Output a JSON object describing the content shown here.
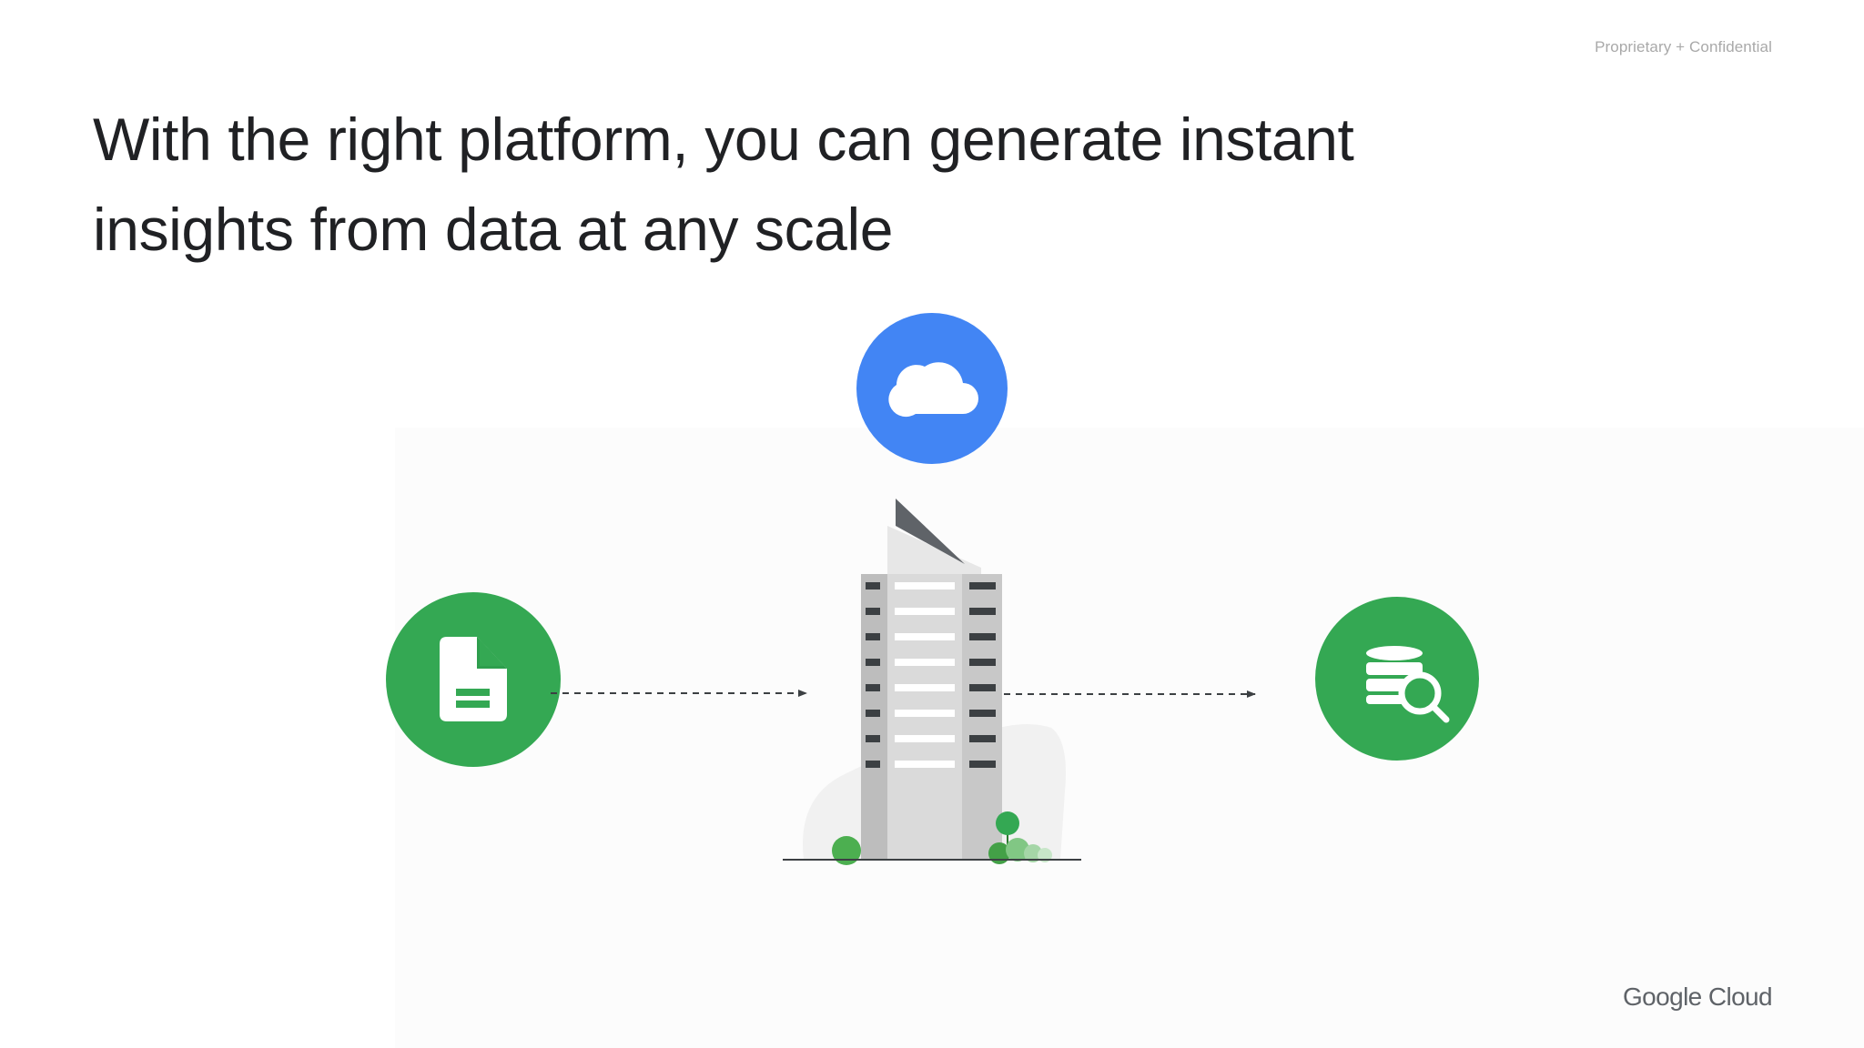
{
  "header": {
    "confidential_label": "Proprietary + Confidential"
  },
  "slide": {
    "title": "With the right platform, you can generate instant insights from data at any scale"
  },
  "footer": {
    "brand": "Google Cloud"
  },
  "diagram": {
    "nodes": [
      {
        "name": "document-icon",
        "color": "#34a853"
      },
      {
        "name": "cloud-icon",
        "color": "#4285f4"
      },
      {
        "name": "building-illustration",
        "color": "#bdbdbd"
      },
      {
        "name": "database-search-icon",
        "color": "#34a853"
      }
    ],
    "arrows": [
      {
        "from": "document-icon",
        "to": "building-illustration"
      },
      {
        "from": "building-illustration",
        "to": "database-search-icon"
      }
    ]
  }
}
